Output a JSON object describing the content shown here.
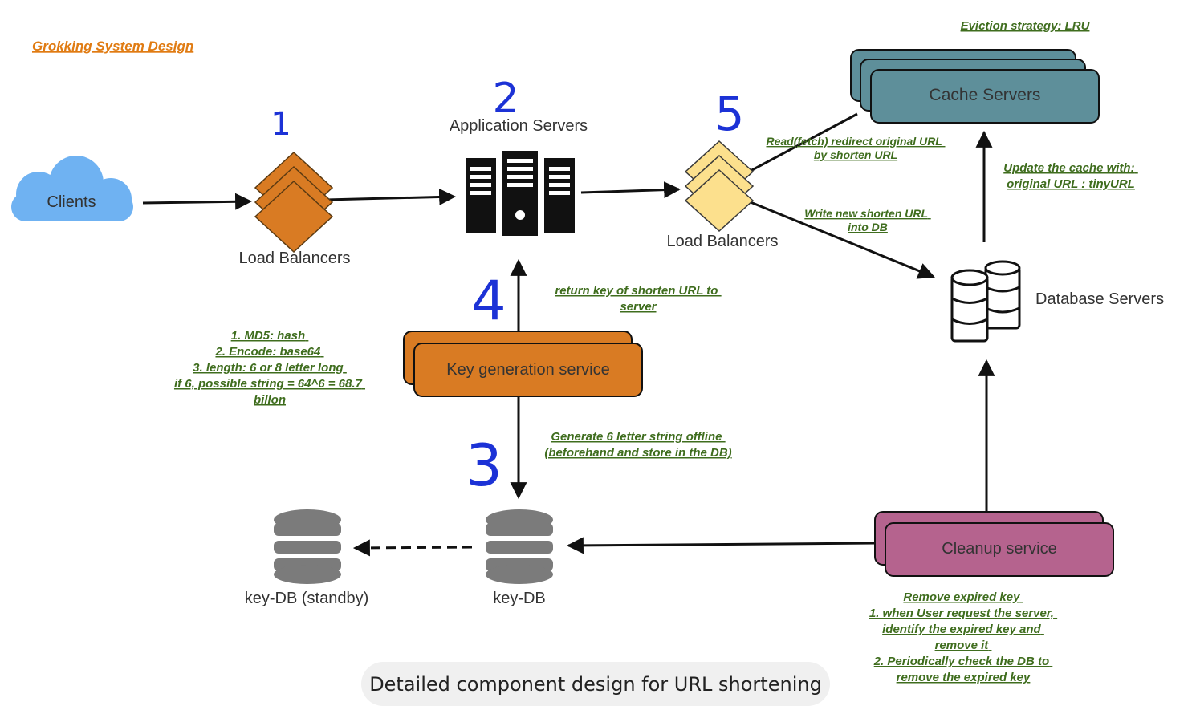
{
  "title": "Grokking System Design",
  "caption": "Detailed component design for URL shortening",
  "nodes": {
    "clients": "Clients",
    "lb1": "Load Balancers",
    "app": "Application Servers",
    "lb2": "Load Balancers",
    "cache": "Cache Servers",
    "db": "Database Servers",
    "kgs": "Key generation service",
    "keydb": "key-DB",
    "keydb_standby": "key-DB (standby)",
    "cleanup": "Cleanup service"
  },
  "steps": {
    "s1": "1",
    "s2": "2",
    "s3": "3",
    "s4": "4",
    "s5": "5"
  },
  "notes": {
    "eviction": "Eviction strategy: LRU",
    "read_fetch": [
      "Read(fetch) redirect original URL",
      "by shorten URL"
    ],
    "write_new": [
      "Write new shorten URL",
      "into DB"
    ],
    "update_cache": [
      "Update the cache with:",
      "original URL : tinyURL"
    ],
    "return_key": [
      "return key of shorten URL to",
      "server"
    ],
    "hash": [
      "1. MD5: hash",
      "2. Encode: base64",
      "3. length: 6 or 8 letter long",
      "if 6, possible string = 64^6 = 68.7",
      "billon"
    ],
    "generate": [
      "Generate 6 letter string offline",
      "(beforehand and store in the DB)"
    ],
    "remove": [
      "Remove expired key",
      "1. when User request the server,",
      "identify the expired key and",
      "remove it",
      "2. Periodically check the DB to",
      "remove the expired key"
    ]
  },
  "colors": {
    "title": "#e07b12",
    "note": "#3f6d1e",
    "step": "#1c32d6",
    "lb1": "#d97b23",
    "lb2": "#fce08d",
    "cache": "#5e8f9a",
    "kgs": "#d97b23",
    "cleanup": "#b5638e",
    "cloud": "#6fb2f2"
  }
}
